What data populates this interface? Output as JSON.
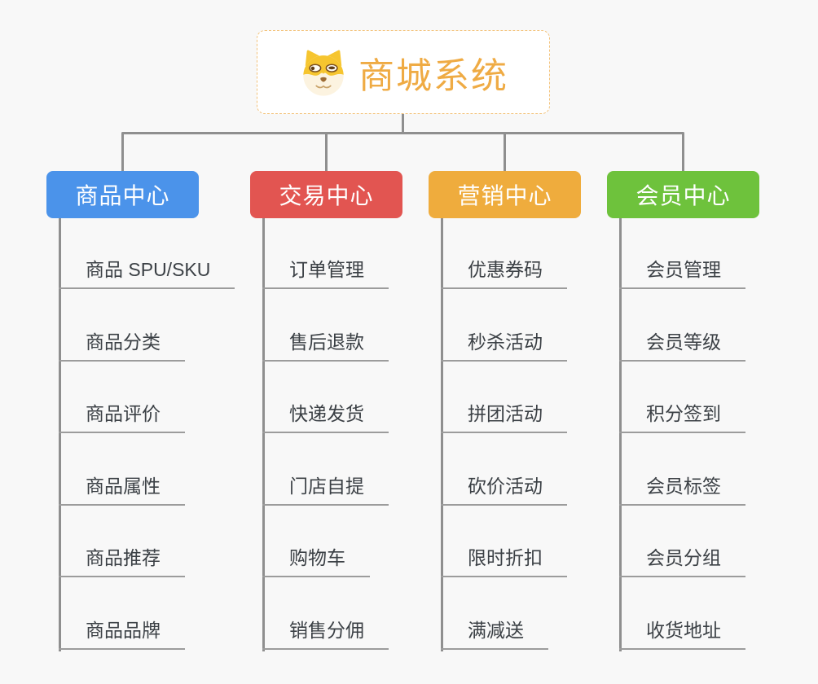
{
  "page": {
    "background_color": "#f8f8f8",
    "connector_color": "#8f8f8f",
    "underline_color": "#9c9c9c",
    "item_text_color": "#3b4045"
  },
  "root": {
    "title": "商城系统",
    "icon": "doge-dog-icon",
    "title_color": "#efab44",
    "border_color": "#f3c37c",
    "background": "#ffffff"
  },
  "branches": [
    {
      "label": "商品中心",
      "color": "#4b93ea",
      "items": [
        "商品 SPU/SKU",
        "商品分类",
        "商品评价",
        "商品属性",
        "商品推荐",
        "商品品牌"
      ]
    },
    {
      "label": "交易中心",
      "color": "#e25551",
      "items": [
        "订单管理",
        "售后退款",
        "快递发货",
        "门店自提",
        "购物车",
        "销售分佣"
      ]
    },
    {
      "label": "营销中心",
      "color": "#efac3d",
      "items": [
        "优惠券码",
        "秒杀活动",
        "拼团活动",
        "砍价活动",
        "限时折扣",
        "满减送"
      ]
    },
    {
      "label": "会员中心",
      "color": "#6ec23c",
      "items": [
        "会员管理",
        "会员等级",
        "积分签到",
        "会员标签",
        "会员分组",
        "收货地址"
      ]
    }
  ]
}
